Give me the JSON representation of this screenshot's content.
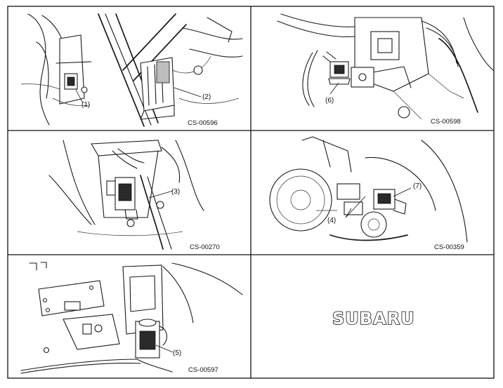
{
  "panels": [
    {
      "id": "top-left",
      "callouts": [
        "(1)",
        "(2)"
      ],
      "code": "CS-00596"
    },
    {
      "id": "top-right",
      "callouts": [
        "(6)"
      ],
      "code": "CS-00598"
    },
    {
      "id": "middle-left",
      "callouts": [
        "(3)"
      ],
      "code": "CS-00270"
    },
    {
      "id": "middle-right",
      "callouts": [
        "(7)",
        "(4)"
      ],
      "code": "CS-00359"
    },
    {
      "id": "bottom-left",
      "callouts": [
        "(5)"
      ],
      "code": "CS-00597"
    }
  ],
  "logo": {
    "text": "SUBARU",
    "mark": "."
  }
}
